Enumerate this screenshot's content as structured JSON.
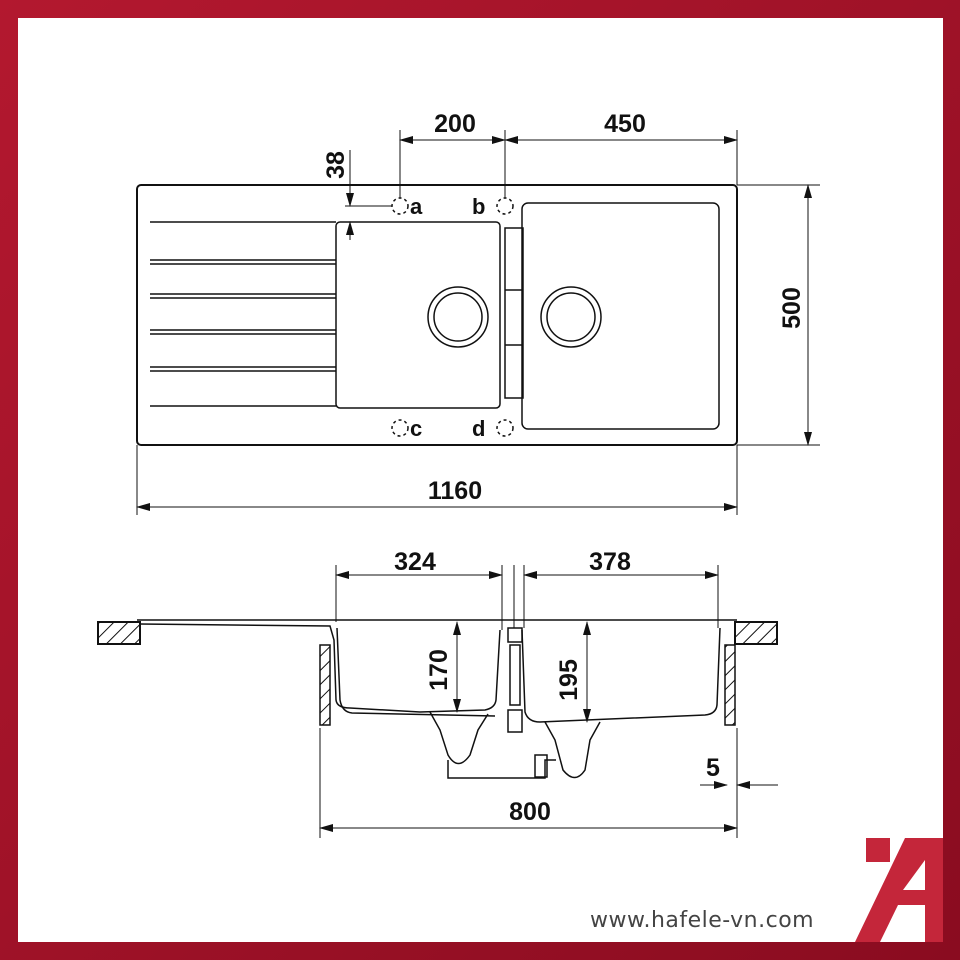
{
  "top_view": {
    "dims": {
      "d200": "200",
      "d450": "450",
      "d38": "38",
      "d500": "500",
      "d1160": "1160"
    },
    "holes": {
      "a": "a",
      "b": "b",
      "c": "c",
      "d": "d"
    }
  },
  "side_view": {
    "dims": {
      "d324": "324",
      "d378": "378",
      "d170": "170",
      "d195": "195",
      "d5": "5",
      "d800": "800"
    }
  },
  "footer": {
    "url": "www.hafele-vn.com"
  },
  "brand": {
    "logo_text": "Ä",
    "color": "#c4263a"
  },
  "colors": {
    "frame": "#a8142c",
    "line": "#111111"
  }
}
